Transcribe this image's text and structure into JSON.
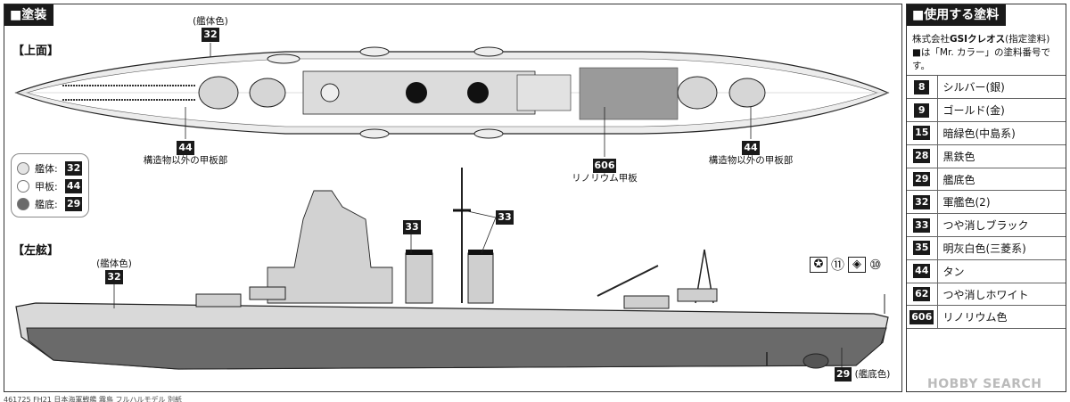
{
  "section_painting": "■塗装",
  "views": {
    "top": "【上面】",
    "side": "【左舷】"
  },
  "callouts": {
    "top_hull_label": "(艦体色)",
    "top_hull_num": "32",
    "deck_left_num": "44",
    "deck_left_label": "構造物以外の甲板部",
    "deck_right_num": "44",
    "deck_right_label": "構造物以外の甲板部",
    "linoleum_num": "606",
    "linoleum_label": "リノリウム甲板",
    "side_hull_label": "(艦体色)",
    "side_hull_num": "32",
    "mast_num_a": "33",
    "mast_num_b": "33",
    "bottom_num": "29",
    "bottom_label": "(艦底色)"
  },
  "legend": [
    {
      "label": "艦体:",
      "num": "32",
      "color": "#e4e4e4"
    },
    {
      "label": "甲板:",
      "num": "44",
      "color": "#ffffff"
    },
    {
      "label": "艦底:",
      "num": "29",
      "color": "#6a6a6a"
    }
  ],
  "flags": {
    "num_a": "⑪",
    "num_b": "⑩",
    "symbol_a": "✪",
    "symbol_b": "◈"
  },
  "paints": {
    "title": "■使用する塗料",
    "brand_line_prefix": "株式会社",
    "brand": "GSIクレオス",
    "brand_suffix": "(指定塗料)",
    "note": "■は「Mr. カラー」の塗料番号です。",
    "rows": [
      {
        "code": "8",
        "name": "シルバー(銀)"
      },
      {
        "code": "9",
        "name": "ゴールド(金)"
      },
      {
        "code": "15",
        "name": "暗緑色(中島系)"
      },
      {
        "code": "28",
        "name": "黒鉄色"
      },
      {
        "code": "29",
        "name": "艦底色"
      },
      {
        "code": "32",
        "name": "軍艦色(2)"
      },
      {
        "code": "33",
        "name": "つや消しブラック"
      },
      {
        "code": "35",
        "name": "明灰白色(三菱系)"
      },
      {
        "code": "44",
        "name": "タン"
      },
      {
        "code": "62",
        "name": "つや消しホワイト"
      },
      {
        "code": "606",
        "name": "リノリウム色"
      }
    ]
  },
  "footer": "461725 FH21 日本海軍戦艦 霧島 フルハルモデル 別紙",
  "watermark": "HOBBY SEARCH",
  "colors": {
    "hull": "#d9d9d9",
    "deck": "#ffffff",
    "bottom": "#6a6a6a",
    "linoleum": "#9a9a9a",
    "ink": "#1a1a1a"
  }
}
